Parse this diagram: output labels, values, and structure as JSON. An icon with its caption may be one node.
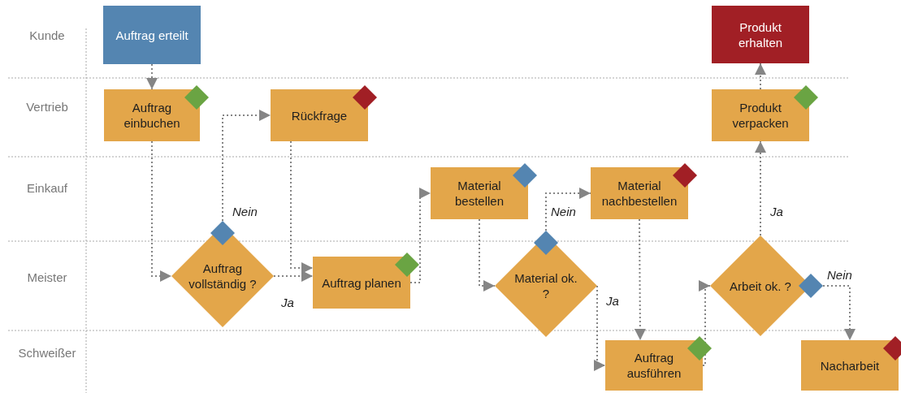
{
  "diagram": {
    "nodes": [
      {
        "text": [
          "Auftrag erteilt"
        ]
      },
      {
        "text": [
          "Auftrag einbuchen"
        ]
      },
      {
        "text": [
          "Rückfrage"
        ]
      },
      {
        "text": [
          "Auftrag vollständig ?"
        ]
      },
      {
        "text": [
          "Auftrag planen"
        ]
      },
      {
        "text": [
          "Material bestellen"
        ]
      },
      {
        "text": [
          "Material ok. ?"
        ]
      },
      {
        "text": [
          "Material nachbestellen"
        ]
      },
      {
        "text": [
          "Auftrag ausführen"
        ]
      },
      {
        "text": [
          "Arbeit ok. ?"
        ]
      },
      {
        "text": [
          "Produkt verpacken"
        ]
      },
      {
        "text": [
          "Produkt erhalten"
        ]
      },
      {
        "text": [
          "Nacharbeit"
        ]
      }
    ],
    "edges": [
      {
        "from": 0,
        "to": 1,
        "arrow": "to"
      },
      {
        "from": 1,
        "to": 3,
        "arrow": "to"
      },
      {
        "from": 3,
        "to": 2,
        "arrow": "to",
        "label": "Nein"
      },
      {
        "from": 3,
        "to": 4,
        "arrow": "to",
        "label": "Ja"
      },
      {
        "from": 2,
        "to": 4,
        "arrow": "to"
      },
      {
        "from": 4,
        "to": 5,
        "arrow": "to"
      },
      {
        "from": 5,
        "to": 6,
        "arrow": "to"
      },
      {
        "from": 6,
        "to": 7,
        "arrow": "to",
        "label": "Nein"
      },
      {
        "from": 6,
        "to": 8,
        "arrow": "to",
        "label": "Ja"
      },
      {
        "from": 7,
        "to": 8,
        "arrow": "to"
      },
      {
        "from": 8,
        "to": 9,
        "arrow": "to"
      },
      {
        "from": 9,
        "to": 10,
        "arrow": "to",
        "label": "Ja"
      },
      {
        "from": 9,
        "to": 12,
        "arrow": "to",
        "label": "Nein"
      },
      {
        "from": 10,
        "to": 11,
        "arrow": "to"
      }
    ],
    "labels": [
      "Kunde",
      "Vertrieb",
      "Einkauf",
      "Meister",
      "Schweißer"
    ]
  }
}
